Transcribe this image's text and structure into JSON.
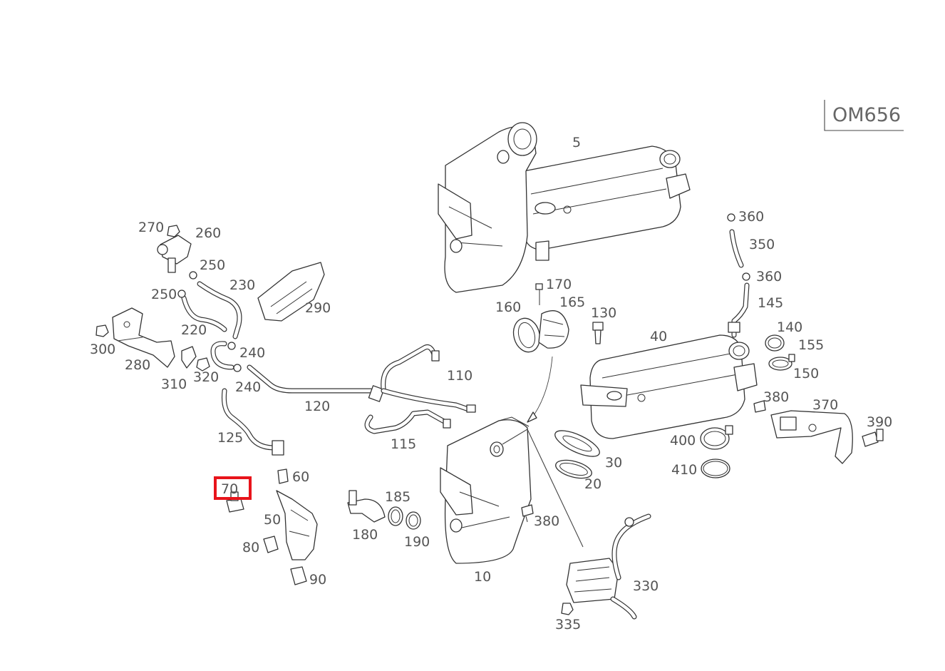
{
  "variant_label": "OM656",
  "highlight_color": "#e8141b",
  "highlighted_part": "70",
  "callouts": [
    {
      "id": "5",
      "text": "5"
    },
    {
      "id": "10",
      "text": "10"
    },
    {
      "id": "20",
      "text": "20"
    },
    {
      "id": "30",
      "text": "30"
    },
    {
      "id": "40",
      "text": "40"
    },
    {
      "id": "50",
      "text": "50"
    },
    {
      "id": "60",
      "text": "60"
    },
    {
      "id": "70",
      "text": "70"
    },
    {
      "id": "80",
      "text": "80"
    },
    {
      "id": "90",
      "text": "90"
    },
    {
      "id": "110",
      "text": "110"
    },
    {
      "id": "115",
      "text": "115"
    },
    {
      "id": "120",
      "text": "120"
    },
    {
      "id": "125",
      "text": "125"
    },
    {
      "id": "130",
      "text": "130"
    },
    {
      "id": "140",
      "text": "140"
    },
    {
      "id": "145",
      "text": "145"
    },
    {
      "id": "150",
      "text": "150"
    },
    {
      "id": "155",
      "text": "155"
    },
    {
      "id": "160",
      "text": "160"
    },
    {
      "id": "165",
      "text": "165"
    },
    {
      "id": "170",
      "text": "170"
    },
    {
      "id": "180",
      "text": "180"
    },
    {
      "id": "185",
      "text": "185"
    },
    {
      "id": "190",
      "text": "190"
    },
    {
      "id": "220",
      "text": "220"
    },
    {
      "id": "230",
      "text": "230"
    },
    {
      "id": "240a",
      "text": "240"
    },
    {
      "id": "240b",
      "text": "240"
    },
    {
      "id": "250a",
      "text": "250"
    },
    {
      "id": "250b",
      "text": "250"
    },
    {
      "id": "260",
      "text": "260"
    },
    {
      "id": "270",
      "text": "270"
    },
    {
      "id": "280",
      "text": "280"
    },
    {
      "id": "290",
      "text": "290"
    },
    {
      "id": "300",
      "text": "300"
    },
    {
      "id": "310",
      "text": "310"
    },
    {
      "id": "320",
      "text": "320"
    },
    {
      "id": "330",
      "text": "330"
    },
    {
      "id": "335",
      "text": "335"
    },
    {
      "id": "350",
      "text": "350"
    },
    {
      "id": "360a",
      "text": "360"
    },
    {
      "id": "360b",
      "text": "360"
    },
    {
      "id": "370",
      "text": "370"
    },
    {
      "id": "380a",
      "text": "380"
    },
    {
      "id": "380b",
      "text": "380"
    },
    {
      "id": "390",
      "text": "390"
    },
    {
      "id": "400",
      "text": "400"
    },
    {
      "id": "410",
      "text": "410"
    }
  ]
}
